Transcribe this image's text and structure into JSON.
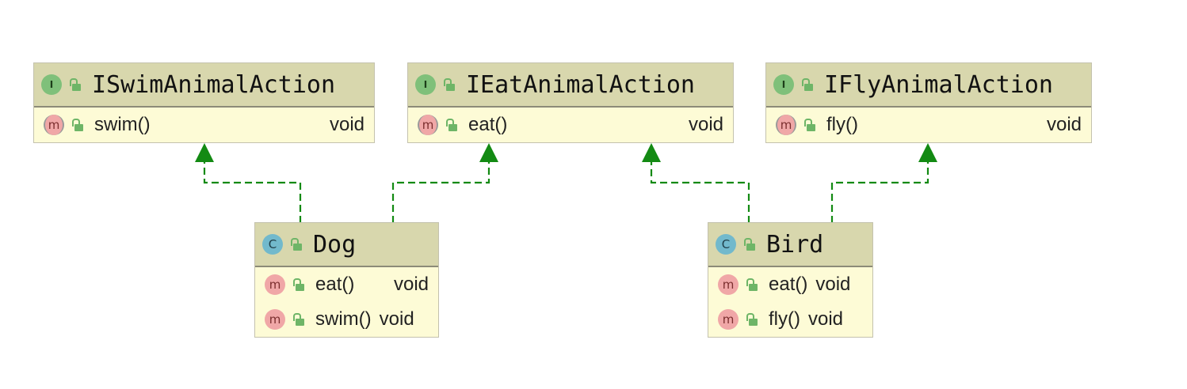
{
  "diagram": {
    "interfaces": [
      {
        "kind": "I",
        "name": "ISwimAnimalAction",
        "methods": [
          {
            "name": "swim()",
            "type": "void"
          }
        ]
      },
      {
        "kind": "I",
        "name": "IEatAnimalAction",
        "methods": [
          {
            "name": "eat()",
            "type": "void"
          }
        ]
      },
      {
        "kind": "I",
        "name": "IFlyAnimalAction",
        "methods": [
          {
            "name": "fly()",
            "type": "void"
          }
        ]
      }
    ],
    "classes": [
      {
        "kind": "C",
        "name": "Dog",
        "methods": [
          {
            "name": "eat()",
            "type": "void"
          },
          {
            "name": "swim()",
            "type": "void"
          }
        ]
      },
      {
        "kind": "C",
        "name": "Bird",
        "methods": [
          {
            "name": "eat()",
            "type": "void"
          },
          {
            "name": "fly()",
            "type": "void"
          }
        ]
      }
    ],
    "method_badge": "m",
    "relations": [
      {
        "from": "Dog",
        "to": "ISwimAnimalAction",
        "type": "implements"
      },
      {
        "from": "Dog",
        "to": "IEatAnimalAction",
        "type": "implements"
      },
      {
        "from": "Bird",
        "to": "IEatAnimalAction",
        "type": "implements"
      },
      {
        "from": "Bird",
        "to": "IFlyAnimalAction",
        "type": "implements"
      }
    ],
    "colors": {
      "header": "#d8d7ad",
      "body": "#fdfbd6",
      "connector": "#138a13",
      "interface_badge": "#7fc07a",
      "class_badge": "#72b9cc",
      "method_badge": "#f0a7a7",
      "visibility_icon": "#6eb567"
    },
    "icons": {
      "interface": "interface-icon",
      "class": "class-icon",
      "method": "method-icon",
      "visibility": "public-lock-icon"
    }
  }
}
